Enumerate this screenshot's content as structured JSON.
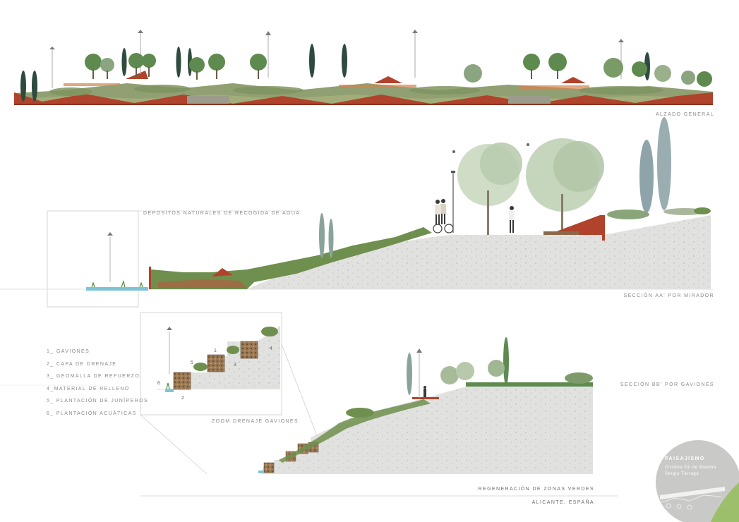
{
  "labels": {
    "alzado": "ALZADO GENERAL",
    "depositos": "DEPOSITOS NATURALES DE RECOGIDA DE AGUA",
    "seccion_aa": "SECCIÓN AA' POR MIRADOR",
    "seccion_bb": "SECCIÓN BB' POR GAVIONES",
    "zoom": "ZOOM DRENAJE GAVIONES"
  },
  "legend": [
    "1_ GAVIONES",
    "2_ CAPA DE DRENAJE",
    "3_ GEOMALLA DE REFUERZO",
    "4_MATERIAL DE RELLENO",
    "5_ PLANTACIÓN DE JUNÍPEROS",
    "6_ PLANTACIÓN ACUÁTICAS"
  ],
  "zoom_numbers": [
    "1",
    "2",
    "3",
    "4",
    "5",
    "6"
  ],
  "footer": {
    "line1": "REGENERACIÓN DE ZONAS VERDES",
    "line2": "ALICANTE, ESPAÑA"
  },
  "badge": {
    "title": "PAISAJISMO",
    "line1": "Cristina Gil de Biedma",
    "line2": "Sergio Tárraga"
  },
  "colors": {
    "corten": "#b0432b",
    "soil": "#d6d6d4",
    "vegetation": "#6f8f4e",
    "water": "#7fc4d6",
    "gabion": "#8a6a4a",
    "badge": "#c9c9c7",
    "badge_green": "#9bbf6a"
  }
}
